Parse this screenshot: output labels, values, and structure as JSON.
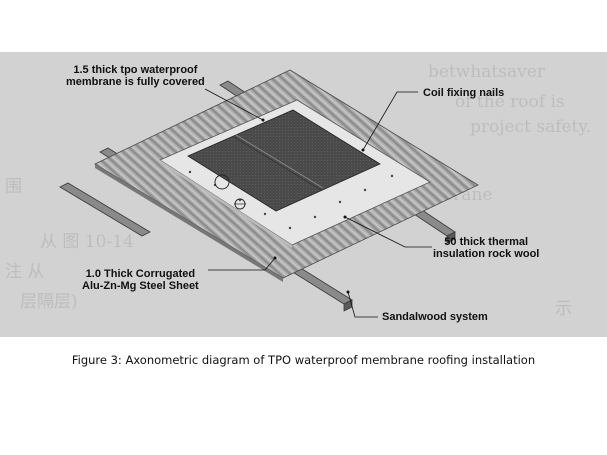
{
  "figure": {
    "caption": "Figure 3: Axonometric diagram of TPO waterproof membrane roofing installation"
  },
  "labels": {
    "membrane_line1": "1.5 thick tpo waterproof",
    "membrane_line2": "membrane is fully covered",
    "nails": "Coil fixing nails",
    "insulation_line1": "50 thick thermal",
    "insulation_line2": "insulation rock wool",
    "sheet_line1": "1.0 Thick Corrugated",
    "sheet_line2": "Alu-Zn-Mg Steel Sheet",
    "sandalwood": "Sandalwood system"
  },
  "colors": {
    "photo_bg": "#cfcfcf",
    "sheet": "#a9a9a9",
    "board": "#e4e4e4",
    "membrane": "#4a4a4a",
    "purlin": "#8a8a8a"
  }
}
